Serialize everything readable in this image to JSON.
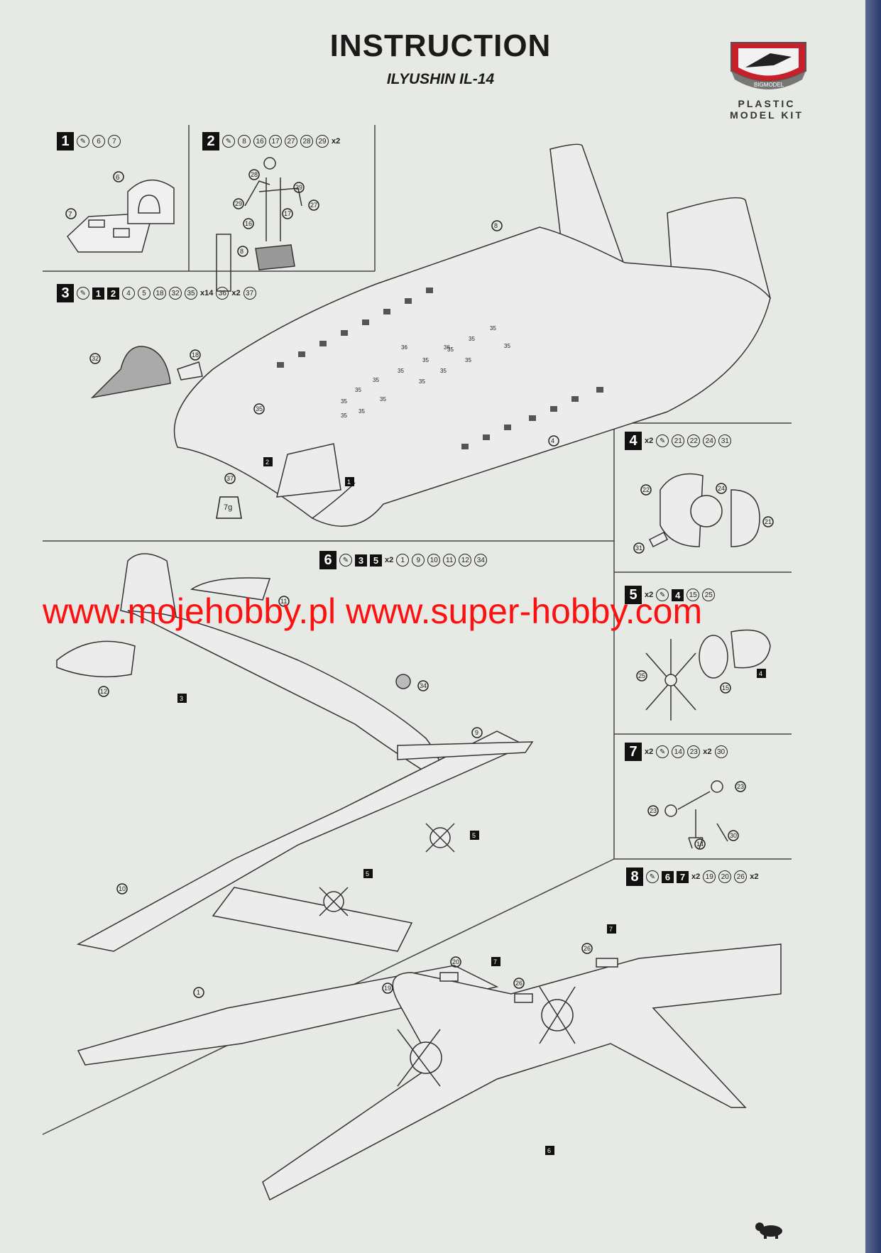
{
  "header": {
    "title": "INSTRUCTION",
    "subtitle": "ILYUSHIN IL-14",
    "logo_badge": "BIGMODEL",
    "logo_line1": "PLASTIC",
    "logo_line2": "MODEL KIT"
  },
  "watermark": "www.mojehobby.pl www.super-hobby.com",
  "icons": {
    "glue": "glue-icon",
    "logo": "bigmodel-shield-logo",
    "footer": "hippo-icon"
  },
  "steps": [
    {
      "num": "1",
      "parts": [
        "6",
        "7"
      ]
    },
    {
      "num": "2",
      "parts": [
        "8",
        "16",
        "17",
        "27",
        "28",
        "29"
      ],
      "mult": "x2"
    },
    {
      "num": "3",
      "sub": [
        "1",
        "2"
      ],
      "parts": [
        "4",
        "5",
        "18",
        "32",
        "35",
        "36",
        "37"
      ],
      "mult35": "x14",
      "mult36": "x2"
    },
    {
      "num": "4",
      "mult": "x2",
      "parts": [
        "21",
        "22",
        "24",
        "31"
      ]
    },
    {
      "num": "5",
      "mult": "x2",
      "sub": [
        "4"
      ],
      "parts": [
        "15",
        "25"
      ]
    },
    {
      "num": "6",
      "sub": [
        "3",
        "5"
      ],
      "mult": "x2",
      "parts": [
        "1",
        "9",
        "10",
        "11",
        "12",
        "34"
      ]
    },
    {
      "num": "7",
      "mult": "x2",
      "parts": [
        "14",
        "23",
        "30"
      ],
      "mult23": "x2"
    },
    {
      "num": "8",
      "sub": [
        "6",
        "7"
      ],
      "mult7": "x2",
      "parts": [
        "19",
        "20",
        "26"
      ],
      "mult26": "x2"
    }
  ],
  "callouts": {
    "s1": [
      "6",
      "7"
    ],
    "s2": [
      "28",
      "29",
      "29",
      "27",
      "16",
      "17",
      "8"
    ],
    "s3": [
      "32",
      "18",
      "35",
      "2",
      "37",
      "1",
      "4",
      "8"
    ],
    "s3_35": [
      "35",
      "35",
      "35",
      "35",
      "35",
      "35",
      "35",
      "35",
      "35",
      "35",
      "35",
      "35",
      "35",
      "35",
      "35"
    ],
    "s3_36": [
      "36",
      "36"
    ],
    "s3_weight": "7g",
    "s4": [
      "22",
      "24",
      "21",
      "31"
    ],
    "s5": [
      "25",
      "15",
      "4"
    ],
    "s6": [
      "11",
      "12",
      "3",
      "34",
      "9",
      "5",
      "5",
      "10",
      "1"
    ],
    "s7": [
      "23",
      "23",
      "14",
      "30"
    ],
    "s8": [
      "7",
      "26",
      "20",
      "7",
      "19",
      "26",
      "6"
    ]
  }
}
